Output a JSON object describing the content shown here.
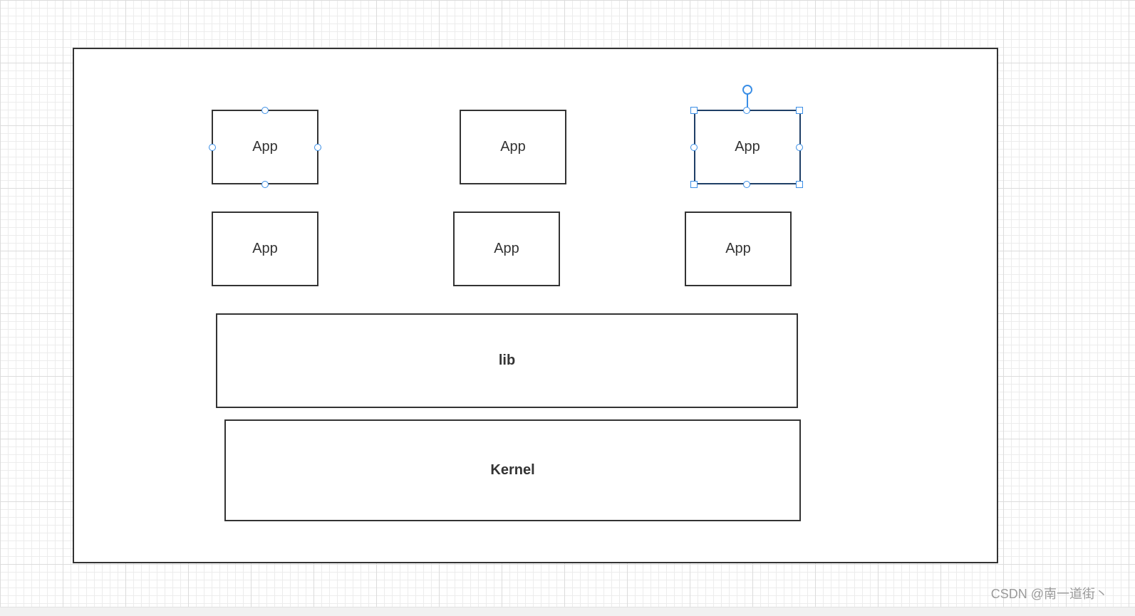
{
  "diagram": {
    "apps": [
      {
        "label": "App"
      },
      {
        "label": "App"
      },
      {
        "label": "App",
        "selected": true
      },
      {
        "label": "App"
      },
      {
        "label": "App"
      },
      {
        "label": "App"
      }
    ],
    "lib_label": "lib",
    "kernel_label": "Kernel"
  },
  "watermark": "CSDN @南一道街丶",
  "colors": {
    "stroke": "#333333",
    "selection": "#3a8ee6",
    "grid": "#ececec"
  }
}
